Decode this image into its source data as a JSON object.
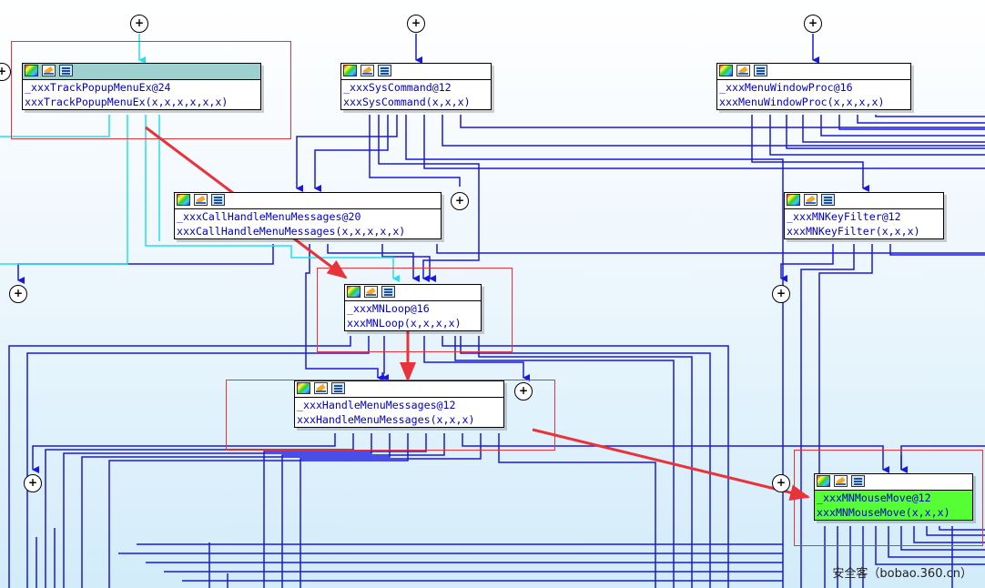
{
  "nodes": [
    {
      "id": "track",
      "lines": [
        "_xxxTrackPopupMenuEx@24",
        "xxxTrackPopupMenuEx(x,x,x,x,x,x)"
      ],
      "highlight": "header"
    },
    {
      "id": "syscmd",
      "lines": [
        "_xxxSysCommand@12",
        "xxxSysCommand(x,x,x)"
      ]
    },
    {
      "id": "menuwndproc",
      "lines": [
        "_xxxMenuWindowProc@16",
        "xxxMenuWindowProc(x,x,x,x)"
      ]
    },
    {
      "id": "callhandle",
      "lines": [
        "_xxxCallHandleMenuMessages@20",
        "xxxCallHandleMenuMessages(x,x,x,x,x)"
      ]
    },
    {
      "id": "keyfilter",
      "lines": [
        "_xxxMNKeyFilter@12",
        "xxxMNKeyFilter(x,x,x)"
      ]
    },
    {
      "id": "mnloop",
      "lines": [
        "_xxxMNLoop@16",
        "xxxMNLoop(x,x,x,x)"
      ]
    },
    {
      "id": "handlemsgs",
      "lines": [
        "_xxxHandleMenuMessages@12",
        "xxxHandleMenuMessages(x,x,x)"
      ]
    },
    {
      "id": "mousemove",
      "lines": [
        "_xxxMNMouseMove@12",
        "xxxMNMouseMove(x,x,x)"
      ],
      "highlight": "body"
    }
  ],
  "expand_symbol": "+",
  "colors": {
    "edge": "#1818e0",
    "edge_cyan": "#22e0f0",
    "annotation": "#e8333a",
    "node_text": "#0000c8",
    "header_highlight": "#9fd0d0",
    "body_highlight": "#55ff33"
  },
  "watermark": "安全客（bobao.360.cn）"
}
